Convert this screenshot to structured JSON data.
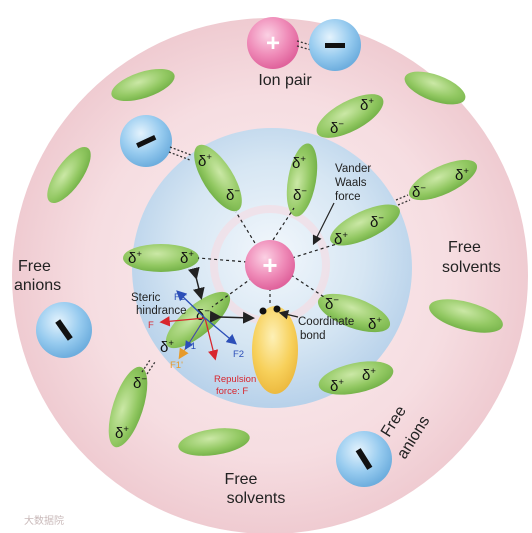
{
  "labels": {
    "ion_pair": "Ion pair",
    "vdw_line1": "Vander",
    "vdw_line2": "Waals",
    "vdw_line3": "force",
    "free_anions_left_1": "Free",
    "free_anions_left_2": "anions",
    "free_solvents_right_1": "Free",
    "free_solvents_right_2": "solvents",
    "steric_1": "Steric",
    "steric_2": "hindrance",
    "coord_1": "Coordinate",
    "coord_2": "bond",
    "repulsion_1": "Repulsion",
    "repulsion_2": "force: F",
    "free_solvents_bottom_1": "Free",
    "free_solvents_bottom_2": "solvents",
    "free_anions_right_1": "Free",
    "free_anions_right_2": "anions",
    "watermark": "大数据院"
  },
  "symbols": {
    "cation": "+",
    "anion": "−",
    "delta": "δ",
    "plus": "+",
    "minus": "−"
  },
  "forces": {
    "f": "F",
    "f1": "F1",
    "f2": "F2",
    "f2prime": "F2'",
    "f1prime": "F1'"
  },
  "colors": {
    "outer_disc": "#f4d8dc",
    "solvation_shell": "#c9dced",
    "cation": "#ee86b4",
    "anion": "#8ec4ea",
    "solvent": "#8fc85f",
    "coordinated_anion": "#f7cf55",
    "force_red": "#d8262e",
    "force_blue": "#2c4fb8",
    "force_orange": "#e79a2a"
  },
  "icons": [
    "cation-sphere-icon",
    "anion-sphere-icon",
    "solvent-molecule-icon"
  ]
}
